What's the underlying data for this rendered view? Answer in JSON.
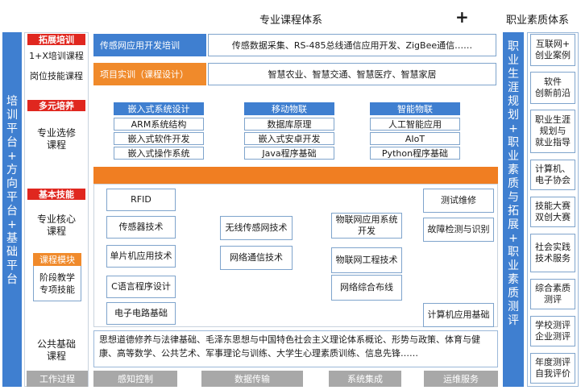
{
  "header": {
    "left_title": "专业课程体系",
    "plus": "+",
    "right_title": "职业素质体系"
  },
  "left_bar": [
    "培",
    "训",
    "平",
    "台",
    "+",
    "方",
    "向",
    "平",
    "台",
    "+",
    "基",
    "础",
    "平",
    "台"
  ],
  "right_bar": [
    "职",
    "业",
    "生",
    "涯",
    "规",
    "划",
    "+",
    "职",
    "业",
    "素",
    "质",
    "与",
    "拓",
    "展",
    "+",
    "职",
    "业",
    "素",
    "质",
    "测",
    "评"
  ],
  "right_column": [
    "互联网+\n创业案例",
    "软件\n创新前沿",
    "职业生涯\n规划与\n就业指导",
    "计算机、\n电子协会",
    "技能大赛\n双创大赛",
    "社会实践\n技术服务",
    "综合素质\n测评",
    "学校测评\n企业测评",
    "年度测评\n自我评价"
  ],
  "left_sections": {
    "extension": {
      "tag": "拓展培训",
      "items": [
        "1+X培训课程",
        "岗位技能课程"
      ]
    },
    "diverse": {
      "tag": "多元培养",
      "body": "专业选修\n课程"
    },
    "basic": {
      "tag": "基本技能",
      "body": "专业核心\n课程",
      "module_tag": "课程模块",
      "module_body": "阶段教学\n专项技能"
    },
    "public": {
      "body": "公共基础\n课程"
    }
  },
  "training_rows": [
    {
      "label": "传感网应用开发培训",
      "content": "传感数据采集、RS-485总线通信应用开发、ZigBee通信……"
    },
    {
      "label": "项目实训（课程设计）",
      "content": "智慧农业、智慧交通、智慧医疗、智慧家居"
    }
  ],
  "elective_groups": [
    {
      "head": "嵌入式系统设计",
      "items": [
        "ARM系统结构",
        "嵌入式软件开发",
        "嵌入式操作系统"
      ]
    },
    {
      "head": "移动物联",
      "items": [
        "数据库原理",
        "嵌入式安卓开发",
        "Java程序基础"
      ]
    },
    {
      "head": "智能物联",
      "items": [
        "人工智能应用",
        "AIoT",
        "Python程序基础"
      ]
    }
  ],
  "core_courses": {
    "col1": [
      "RFID",
      "传感器技术",
      "单片机应用技术",
      "C语言程序设计",
      "电子电路基础"
    ],
    "col2": [
      "无线传感网技术",
      "网络通信技术"
    ],
    "col3": [
      "物联网应用系统\n开发",
      "物联网工程技术",
      "网络综合布线"
    ],
    "col4": [
      "测试维修",
      "故障检测与识别",
      "计算机应用基础"
    ]
  },
  "public_courses": "思想道德修养与法律基础、毛泽东思想与中国特色社会主义理论体系概论、形势与政策、体育与健康、高等数学、公共艺术、军事理论与训练、大学生心理素质训练、信息先锋……",
  "bottom_bar": [
    "工作过程",
    "感知控制",
    "数据传输",
    "系统集成",
    "运维服务"
  ]
}
